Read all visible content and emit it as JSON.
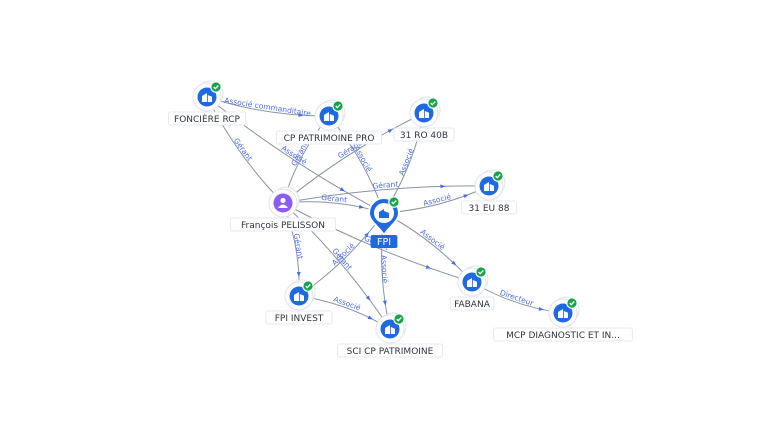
{
  "colors": {
    "company": "#1f6ae0",
    "person": "#8b5cf6",
    "check": "#16a34a",
    "edge": "#8a93a3",
    "edge_label": "#4a6cf0"
  },
  "icons": {
    "company": "building-icon",
    "person": "person-icon",
    "verified": "check-badge-icon"
  },
  "nodes": [
    {
      "id": "fonciere",
      "label": "FONCIÈRE RCP",
      "type": "company",
      "verified": true
    },
    {
      "id": "cppatpro",
      "label": "CP PATRIMOINE PRO",
      "type": "company",
      "verified": true
    },
    {
      "id": "ro40b",
      "label": "31 RO 40B",
      "type": "company",
      "verified": true
    },
    {
      "id": "eu88",
      "label": "31 EU 88",
      "type": "company",
      "verified": true
    },
    {
      "id": "pelisson",
      "label": "François PELISSON",
      "type": "person",
      "verified": false
    },
    {
      "id": "fpi",
      "label": "FPI",
      "type": "company",
      "verified": true,
      "focus": true
    },
    {
      "id": "fabana",
      "label": "FABANA",
      "type": "company",
      "verified": true
    },
    {
      "id": "fpiinvest",
      "label": "FPI INVEST",
      "type": "company",
      "verified": true
    },
    {
      "id": "scicp",
      "label": "SCI CP PATRIMOINE",
      "type": "company",
      "verified": true
    },
    {
      "id": "mcp",
      "label": "MCP DIAGNOSTIC ET IN...",
      "type": "company",
      "verified": true
    }
  ],
  "edges": [
    {
      "from": "pelisson",
      "to": "fonciere",
      "label": "Gérant"
    },
    {
      "from": "fonciere",
      "to": "fpi",
      "label": "Associé"
    },
    {
      "from": "pelisson",
      "to": "cppatpro",
      "label": "Gérant"
    },
    {
      "from": "fpi",
      "to": "cppatpro",
      "label": "Associé"
    },
    {
      "from": "pelisson",
      "to": "ro40b",
      "label": "Gérant"
    },
    {
      "from": "fpi",
      "to": "ro40b",
      "label": "Associé"
    },
    {
      "from": "pelisson",
      "to": "eu88",
      "label": "Gérant"
    },
    {
      "from": "fpi",
      "to": "eu88",
      "label": "Associé"
    },
    {
      "from": "pelisson",
      "to": "fpi",
      "label": "Gérant"
    },
    {
      "from": "pelisson",
      "to": "fabana",
      "label": "Gérant"
    },
    {
      "from": "fpi",
      "to": "fabana",
      "label": "Associé"
    },
    {
      "from": "fabana",
      "to": "mcp",
      "label": "Directeur"
    },
    {
      "from": "pelisson",
      "to": "fpiinvest",
      "label": "Gérant"
    },
    {
      "from": "fpiinvest",
      "to": "fpi",
      "label": "Associé"
    },
    {
      "from": "pelisson",
      "to": "scicp",
      "label": "Gérant"
    },
    {
      "from": "fpi",
      "to": "scicp",
      "label": "Associé"
    },
    {
      "from": "fpiinvest",
      "to": "scicp",
      "label": "Associé"
    },
    {
      "from": "fonciere",
      "to": "cppatpro",
      "label": "Associé commanditaire"
    }
  ]
}
